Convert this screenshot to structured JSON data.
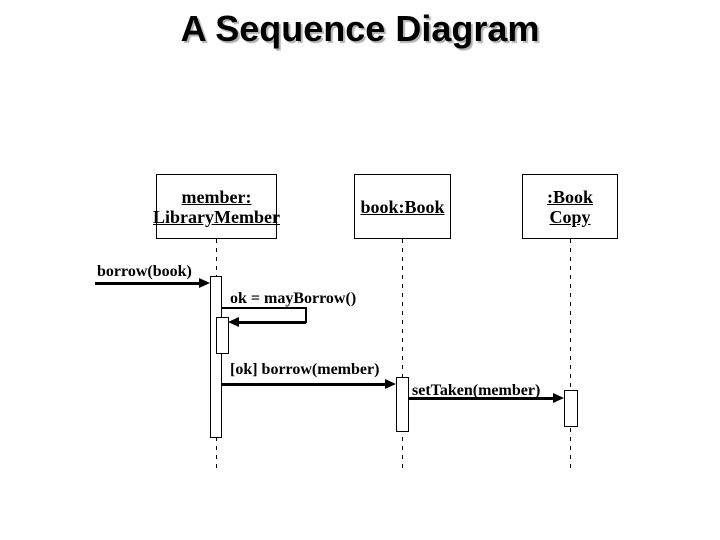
{
  "slide": {
    "title": "A Sequence Diagram",
    "background_color": "#ffffff",
    "line_color": "#000000"
  },
  "diagram": {
    "type": "uml-sequence",
    "actors": [
      {
        "id": "member",
        "lines": [
          "member:",
          "LibraryMember"
        ]
      },
      {
        "id": "book",
        "lines": [
          "book:Book"
        ]
      },
      {
        "id": "bookcopy",
        "lines": [
          ":Book",
          "Copy"
        ]
      }
    ],
    "messages": [
      {
        "label": "borrow(book)",
        "from": "external",
        "to": "member",
        "kind": "call"
      },
      {
        "label": "ok = mayBorrow()",
        "from": "member",
        "to": "member",
        "kind": "self-call"
      },
      {
        "label": "[ok] borrow(member)",
        "from": "member",
        "to": "book",
        "kind": "call"
      },
      {
        "label": "setTaken(member)",
        "from": "book",
        "to": "bookcopy",
        "kind": "call"
      }
    ]
  }
}
